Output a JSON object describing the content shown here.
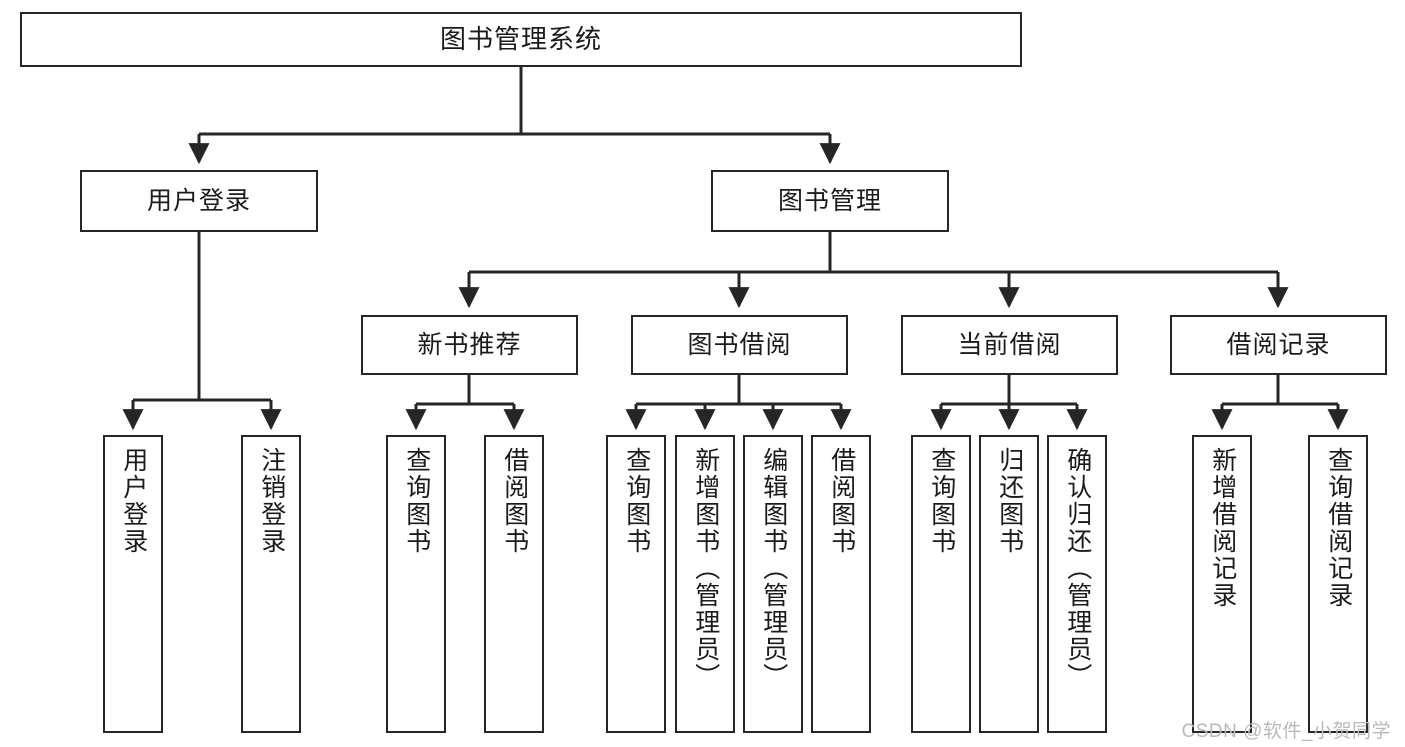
{
  "diagram": {
    "title_node": {
      "id": "root",
      "label": "图书管理系统"
    },
    "level2": [
      {
        "id": "login",
        "label": "用户登录"
      },
      {
        "id": "bookmgmt",
        "label": "图书管理"
      }
    ],
    "level3": [
      {
        "id": "newbook",
        "label": "新书推荐",
        "parent": "bookmgmt"
      },
      {
        "id": "borrow",
        "label": "图书借阅",
        "parent": "bookmgmt"
      },
      {
        "id": "current",
        "label": "当前借阅",
        "parent": "bookmgmt"
      },
      {
        "id": "records",
        "label": "借阅记录",
        "parent": "bookmgmt"
      }
    ],
    "leaves": [
      {
        "id": "leaf-user-login",
        "label": "用户登录",
        "parent": "login"
      },
      {
        "id": "leaf-user-logout",
        "label": "注销登录",
        "parent": "login"
      },
      {
        "id": "leaf-query-book-1",
        "label": "查询图书",
        "parent": "newbook"
      },
      {
        "id": "leaf-borrow-book-1",
        "label": "借阅图书",
        "parent": "newbook"
      },
      {
        "id": "leaf-query-book-2",
        "label": "查询图书",
        "parent": "borrow"
      },
      {
        "id": "leaf-add-book",
        "label": "新增图书（管理员）",
        "parent": "borrow"
      },
      {
        "id": "leaf-edit-book",
        "label": "编辑图书（管理员）",
        "parent": "borrow"
      },
      {
        "id": "leaf-borrow-book-2",
        "label": "借阅图书",
        "parent": "borrow"
      },
      {
        "id": "leaf-query-book-3",
        "label": "查询图书",
        "parent": "current"
      },
      {
        "id": "leaf-return-book",
        "label": "归还图书",
        "parent": "current"
      },
      {
        "id": "leaf-confirm-return",
        "label": "确认归还（管理员）",
        "parent": "current"
      },
      {
        "id": "leaf-add-record",
        "label": "新增借阅记录",
        "parent": "records"
      },
      {
        "id": "leaf-query-record",
        "label": "查询借阅记录",
        "parent": "records"
      }
    ],
    "watermark": "CSDN @软件_小贺同学",
    "colors": {
      "border": "#262626",
      "background": "#ffffff",
      "text": "#1b1b1b",
      "watermark": "#b9b9b9"
    }
  }
}
